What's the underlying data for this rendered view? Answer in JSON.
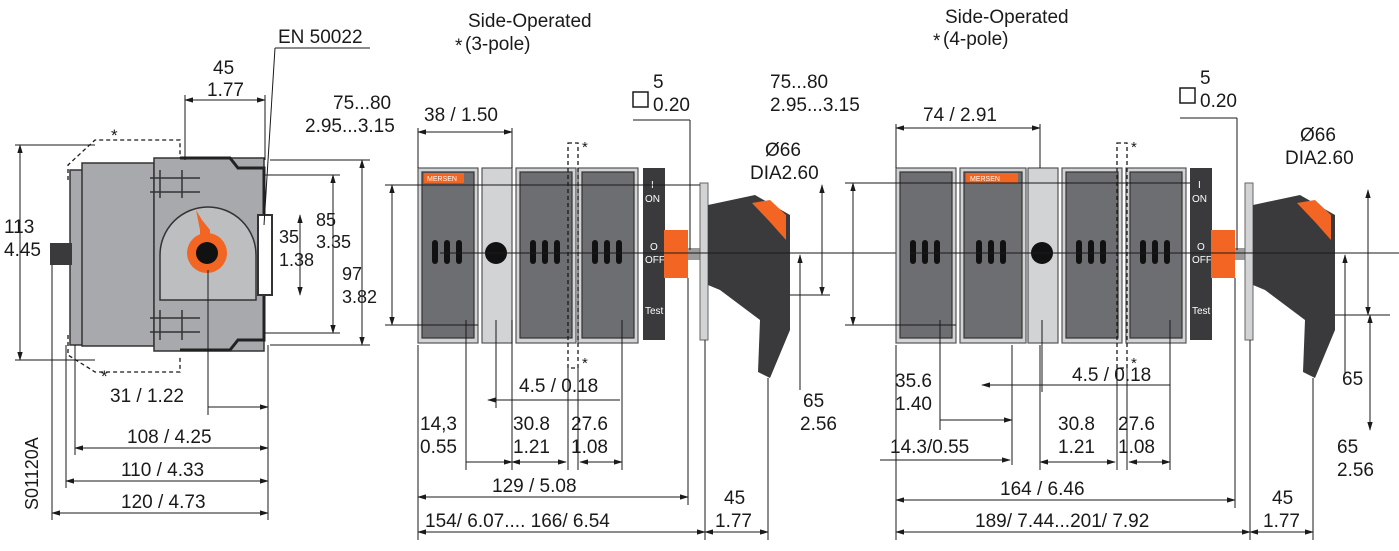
{
  "standard_label": "EN 50022",
  "drawing_code": "S01120A",
  "asterisk": "*",
  "logo_text": "MERSEN",
  "colors": {
    "accent": "#f26522",
    "housing": "#a7a9ac",
    "module": "#6d6e71",
    "handle": "#3a3a3c"
  },
  "front_view": {
    "dims": {
      "width_top": [
        "45",
        "1.77"
      ],
      "height_left": [
        "113",
        "4.45"
      ],
      "rail": [
        "35",
        "1.38"
      ],
      "h85": [
        "85",
        "3.35"
      ],
      "h97": [
        "97",
        "3.82"
      ],
      "w31": "31 / 1.22",
      "w108": "108 / 4.25",
      "w110": "110 / 4.33",
      "w120": "120 / 4.73"
    }
  },
  "side_3pole": {
    "title": "Side-Operated",
    "subtitle": "(3-pole)",
    "dims": {
      "door": [
        "75...80",
        "2.95...3.15"
      ],
      "pitch": "38 / 1.50",
      "square": [
        "5",
        "0.20"
      ],
      "diameter": [
        "Ø66",
        "DIA2.60"
      ],
      "gap": "4.5 / 0.18",
      "d143": [
        "14,3",
        "0.55"
      ],
      "d308": [
        "30.8",
        "1.21"
      ],
      "d276": [
        "27.6",
        "1.08"
      ],
      "shaft65": [
        "65",
        "2.56"
      ],
      "d129": "129 / 5.08",
      "d45": [
        "45",
        "1.77"
      ],
      "overall": "154/ 6.07.... 166/ 6.54"
    },
    "handle_labels": [
      "I",
      "ON",
      "O",
      "OFF",
      "Test"
    ]
  },
  "side_4pole": {
    "title": "Side-Operated",
    "subtitle": "(4-pole)",
    "dims": {
      "door": [
        "75...80",
        "2.95...3.15"
      ],
      "pitch": "74 / 2.91",
      "square": [
        "5",
        "0.20"
      ],
      "diameter": [
        "Ø66",
        "DIA2.60"
      ],
      "gap": "4.5 / 0.18",
      "d356": [
        "35.6",
        "1.40"
      ],
      "d143": "14.3/0.55",
      "d308": [
        "30.8",
        "1.21"
      ],
      "d276": [
        "27.6",
        "1.08"
      ],
      "shaft65": [
        "65",
        "2.56"
      ],
      "d164": "164 / 6.46",
      "d45": [
        "45",
        "1.77"
      ],
      "overall": "189/ 7.44...201/ 7.92"
    },
    "handle_labels": [
      "I",
      "ON",
      "O",
      "OFF",
      "Test"
    ]
  }
}
